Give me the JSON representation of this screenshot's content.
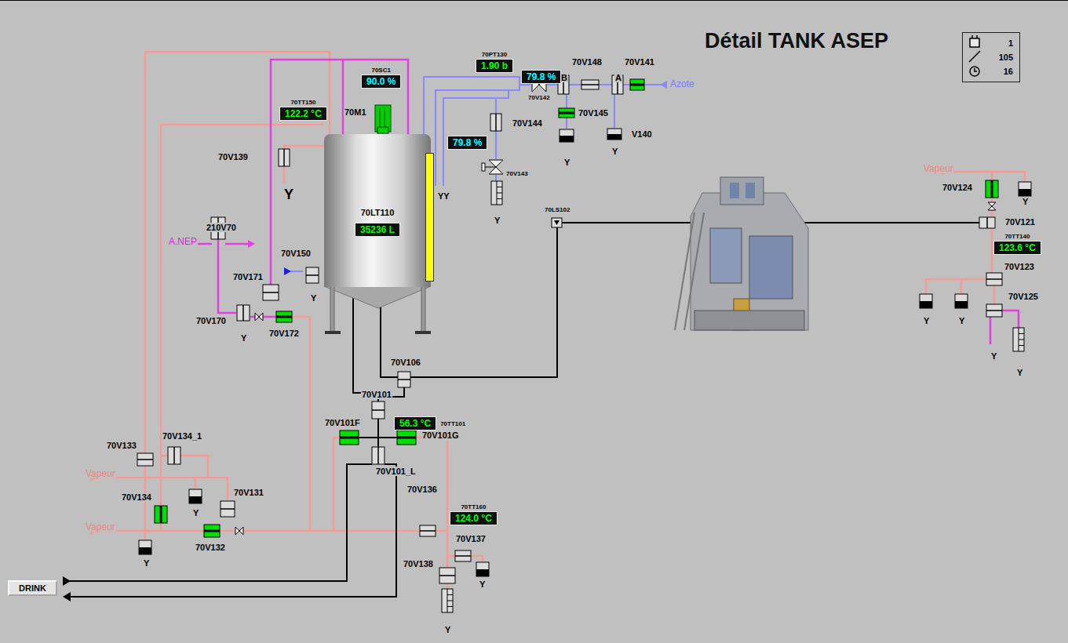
{
  "diagram": {
    "title": "Détail TANK ASEP",
    "nodes": [
      {
        "text": [
          "1",
          "105",
          "16"
        ]
      },
      {
        "text": [
          "70PT130",
          "1.90 b"
        ]
      },
      {
        "text": [
          "79.8 %"
        ]
      },
      {
        "text": [
          "70SC1",
          "90.0 %"
        ]
      },
      {
        "text": [
          "70TT150",
          "122.2 °C"
        ]
      },
      {
        "text": [
          "70LT110"
        ]
      },
      {
        "text": [
          "35236 L"
        ],
        "in": 5
      },
      {
        "text": [
          "79.8 %"
        ]
      },
      {
        "text": [
          "70TT140",
          "123.6 °C"
        ]
      },
      {
        "text": [
          "56.3 °C",
          "70TT101"
        ]
      },
      {
        "text": [
          "70TT160",
          "124.0 °C"
        ]
      },
      {
        "text": [
          "DRINK"
        ]
      }
    ],
    "labels": [
      "70M1",
      "70V148",
      "70V141",
      "Azote",
      "B",
      "A",
      "70V142",
      "70V144",
      "70V145",
      "V140",
      "70V143",
      "Y",
      "Y",
      "Y",
      "70V139",
      "Y",
      "YY",
      "70LS102",
      "Vapeur",
      "70V124",
      "Y",
      "70V121",
      "70V123",
      "70V125",
      "Y",
      "Y",
      "Y",
      "Y",
      "210V70",
      "A.NEP",
      "70V150",
      "Y",
      "70V171",
      "70V170",
      "Y",
      "70V172",
      "70V106",
      "70V101",
      "70V101F",
      "70V101G",
      "70V101_L",
      "70V133",
      "70V134_1",
      "Vapeur",
      "70V134",
      "Y",
      "70V131",
      "Vapeur",
      "Y",
      "70V132",
      "70V136",
      "70V137",
      "70V138",
      "Y",
      "Y"
    ]
  }
}
